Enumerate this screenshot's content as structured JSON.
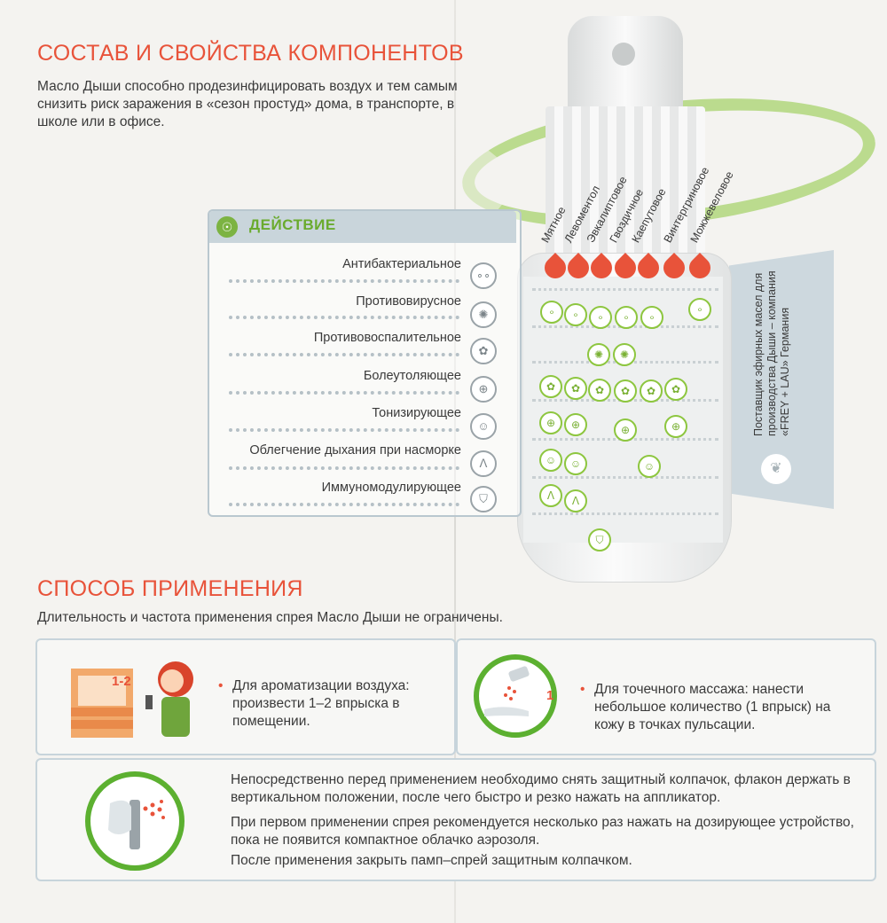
{
  "composition": {
    "title": "СОСТАВ И СВОЙСТВА КОМПОНЕНТОВ",
    "intro": "Масло Дыши способно продезинфицировать воздух и тем самым снизить риск заражения в «сезон простуд» дома, в транспорте, в школе или в офисе."
  },
  "action": {
    "title": "ДЕЙСТВИЕ",
    "items": [
      {
        "label": "Антибактериальное",
        "icon": "bacteria-icon"
      },
      {
        "label": "Противовирусное",
        "icon": "virus-icon"
      },
      {
        "label": "Противовоспалительное",
        "icon": "anti-inflammatory-icon"
      },
      {
        "label": "Болеутоляющее",
        "icon": "target-icon"
      },
      {
        "label": "Тонизирующее",
        "icon": "smile-icon"
      },
      {
        "label": "Облегчение дыхания при насморке",
        "icon": "nose-icon"
      },
      {
        "label": "Иммуномодулирующее",
        "icon": "shield-icon"
      }
    ]
  },
  "oils": [
    "Мятное",
    "Левоментол",
    "Эвкалиптовое",
    "Гвоздичное",
    "Каепутовое",
    "Винтергриновое",
    "Можжевеловое"
  ],
  "supplier": "Поставщик эфирных масел для производства Дыши – компания «FREY + LAU» Германия",
  "usage": {
    "title": "СПОСОБ ПРИМЕНЕНИЯ",
    "subtitle": "Длительность и частота применения спрея Масло Дыши не ограничены.",
    "air_label": "1-2",
    "air_text": "Для ароматизации воздуха: произвести 1–2 впрыска в помещении.",
    "massage_label": "1",
    "massage_text": "Для точечного массажа: нанести небольшое количество (1 впрыск) на кожу в точках пульсации.",
    "instructions": [
      "Непосредственно перед применением необходимо снять защитный колпачок, флакон держать в вертикальном положении, после чего быстро и резко нажать на аппликатор.",
      "При первом применении спрея рекомендуется несколько раз нажать на дозирующее устройство, пока не появится компактное облачко аэрозоля.",
      "После применения закрыть памп–спрей защитным колпачком."
    ]
  },
  "colors": {
    "accent": "#e8533a",
    "green": "#8dc63f"
  }
}
